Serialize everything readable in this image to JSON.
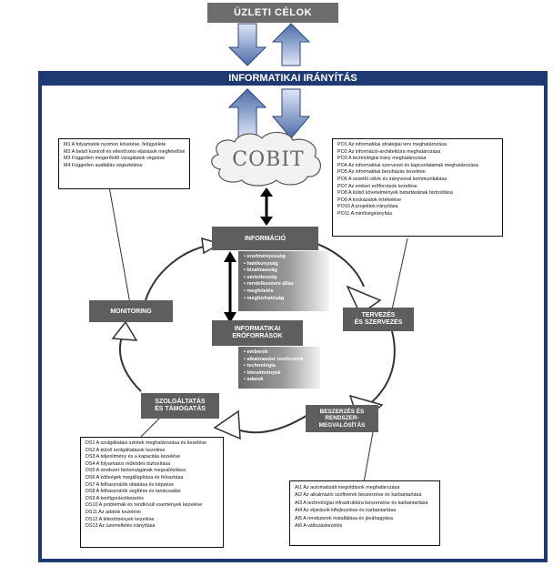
{
  "title": "ÜZLETI CÉLOK",
  "frame_title": "INFORMATIKAI IRÁNYÍTÁS",
  "cobit_label": "COBIT",
  "monitoring_box": [
    "M1 A folyamatok nyomon követése, felügyelete",
    "M2 A belső kontroll és ellenőrzési eljárások megfelelőségének felmérése",
    "M3 Független megerősítő vizsgálatok végzése",
    "M4 Független auditálás végeztetése"
  ],
  "planning_box": [
    "PO1 Az informatikai stratégiai terv meghatározása",
    "PO2 Az információ-architektúra meghatározása",
    "PO3 A technológiai irány meghatározása",
    "PO4 Az informatikai szervezet és kapcsolatainak meghatározása",
    "PO5 Az informatikai beruházás kezelése",
    "PO6 A vezetői célok és irányvonal kommunikálása",
    "PO7 Az emberi erőforrások kezelése",
    "PO8 A külső követelmények betartásának biztosítása",
    "PO9 A kockázatok értékelése",
    "PO10 A projektek irányítása",
    "PO11 A minőségirányítás"
  ],
  "delivery_box": [
    "DS1 A szolgáltatási szintek meghatározása és kezelése",
    "DS2 A külső szolgáltatások kezelése",
    "DS3 A teljesítmény és a kapacitás kezelése",
    "DS4 A folyamatos működés biztosítása",
    "DS5 A rendszer biztonságának megvalósítása",
    "DS6 A költségek megállapítása és felosztása",
    "DS7 A felhasználók oktatása és képzése",
    "DS8 A felhasználók segítése és tanácsadás",
    "DS9 A konfigurációkezelés",
    "DS10 A problémák és rendkívüli események kezelése",
    "DS11 Az adatok kezelése",
    "DS12 A létesítmények kezelése",
    "DS13 Az üzemeltetés irányítása"
  ],
  "acquisition_box": [
    "AI1 Az automatizált megoldások meghatározása",
    "AI2 Az alkalmazói szoftverek beszerzése és karbantartása",
    "AI3 A technológiai infrastruktúra beszerzése és karbantartása",
    "AI4 Az eljárások kifejlesztése és karbantartása",
    "AI5 A rendszerek installálása és jóváhagyása",
    "AI6 A változáskezelés"
  ],
  "info_node": "INFORMÁCIÓ",
  "info_criteria": [
    "eredményesség",
    "hatékonyság",
    "bizalmasság",
    "sértetlenség",
    "rendelkezésre állás",
    "megfelelés",
    "megbízhatóság"
  ],
  "resources_node": [
    "INFORMATIKAI",
    "ERŐFORRÁSOK"
  ],
  "resources_list": [
    "emberek",
    "alkalmazási rendszerek",
    "technológia",
    "létesítmények",
    "adatok"
  ],
  "planning_node": [
    "TERVEZÉS",
    "ÉS SZERVEZÉS"
  ],
  "monitoring_node": "MONITORING",
  "delivery_node": [
    "SZOLGÁLTATÁS",
    "ÉS TÁMOGATÁS"
  ],
  "acquisition_node": [
    "BESZERZÉS ÉS",
    "RENDSZER-",
    "MEGVALÓSÍTÁS"
  ]
}
